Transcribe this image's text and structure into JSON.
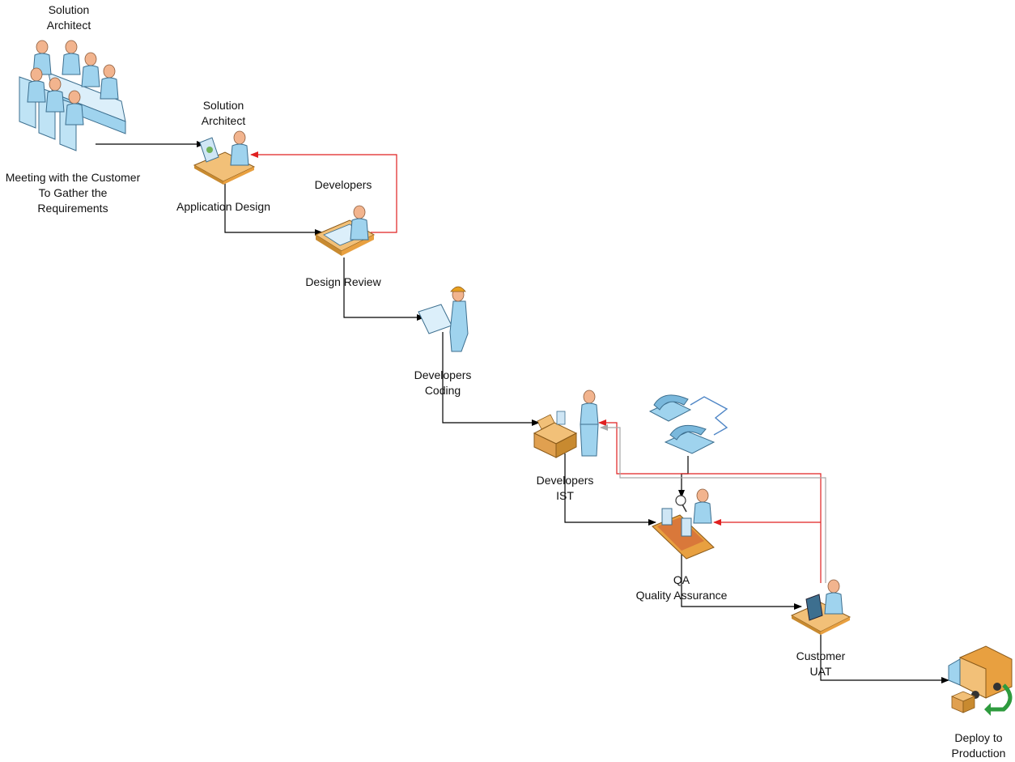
{
  "colors": {
    "flow": "#000000",
    "feedback_red": "#e02020",
    "feedback_gray": "#a8a8a8",
    "person": "#9fd3ee",
    "skin": "#f2b48e",
    "desk": "#e8a040",
    "phone_link": "#4f86c6",
    "return_arrow": "#2e9b3e"
  },
  "nodes": {
    "meeting": {
      "icon": "conference-meeting-icon",
      "top_label": [
        "Solution",
        "Architect"
      ],
      "bottom_label": [
        "Meeting with the Customer",
        "To Gather the",
        "Requirements"
      ]
    },
    "app_design": {
      "icon": "architect-desk-icon",
      "top_label": [
        "Solution",
        "Architect"
      ],
      "bottom_label": [
        "Application Design"
      ]
    },
    "design_review": {
      "icon": "developer-desk-icon",
      "top_label": [
        "Developers"
      ],
      "bottom_label": [
        "Design Review"
      ]
    },
    "coding": {
      "icon": "developer-blueprint-icon",
      "bottom_label": [
        "Developers",
        "Coding"
      ]
    },
    "ist": {
      "icon": "developer-package-icon",
      "bottom_label": [
        "Developers",
        "IST"
      ]
    },
    "phones": {
      "icon": "telephone-link-icon"
    },
    "qa": {
      "icon": "qa-inspector-icon",
      "bottom_label": [
        "QA",
        "Quality Assurance"
      ]
    },
    "uat": {
      "icon": "customer-workstation-icon",
      "bottom_label": [
        "Customer",
        "UAT"
      ]
    },
    "deploy": {
      "icon": "delivery-truck-icon",
      "bottom_label": [
        "Deploy to",
        "Production"
      ]
    }
  }
}
